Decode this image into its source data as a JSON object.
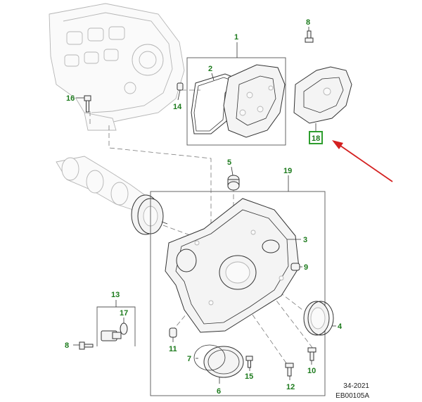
{
  "callouts": {
    "c1": "1",
    "c2": "2",
    "c3": "3",
    "c4": "4",
    "c5": "5",
    "c6": "6",
    "c7": "7",
    "c8a": "8",
    "c8b": "8",
    "c9": "9",
    "c10": "10",
    "c11": "11",
    "c12": "12",
    "c13": "13",
    "c14": "14",
    "c15": "15",
    "c16": "16",
    "c17": "17",
    "c18": "18",
    "c19": "19"
  },
  "footer": {
    "date_code": "34-2021",
    "ref_code": "EB00105A"
  },
  "colors": {
    "callout_green": "#1c7a1c",
    "highlight_green": "#2e9e2e",
    "arrow_red": "#d42020"
  }
}
